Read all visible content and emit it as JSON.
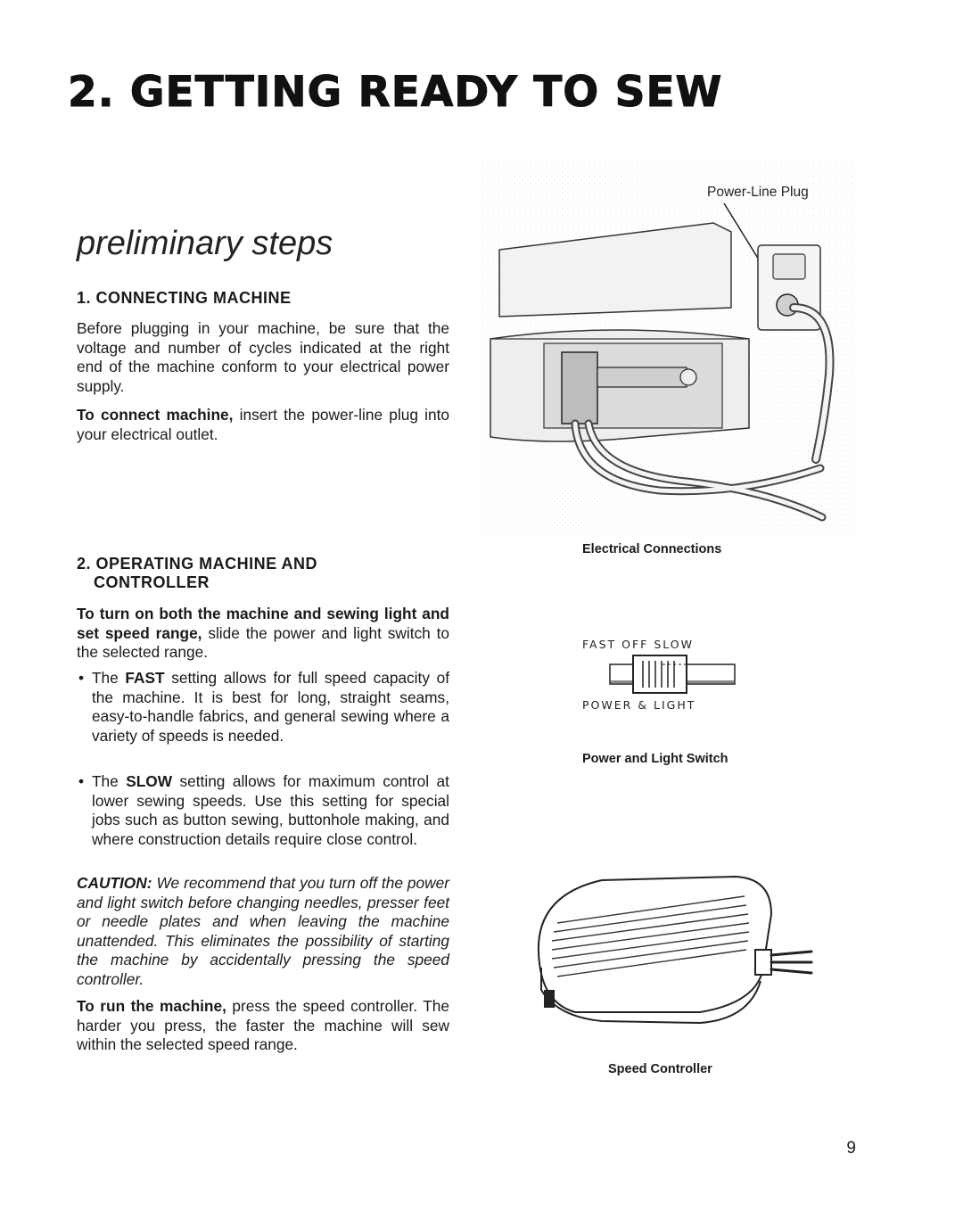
{
  "page": {
    "title": "2. GETTING READY TO SEW",
    "subtitle": "preliminary steps",
    "page_number": "9"
  },
  "section1": {
    "heading": "1. CONNECTING MACHINE",
    "para1": "Before plugging in your machine, be sure that the voltage and number of cycles indicated at the right end of the machine conform to your electrical power supply.",
    "para2_bold": "To connect machine,",
    "para2_rest": " insert the power-line plug into your electrical outlet."
  },
  "section2": {
    "heading_line1": "2. OPERATING MACHINE AND",
    "heading_line2": "CONTROLLER",
    "intro_bold": "To turn on both the machine and sewing light and set speed range,",
    "intro_rest": " slide the power and light switch to the selected range.",
    "bullet1_pre": "The ",
    "bullet1_bold": "FAST",
    "bullet1_rest": " setting allows for full speed capacity of the machine. It is best for long, straight seams, easy-to-handle fabrics, and general sewing where a variety of speeds is needed.",
    "bullet2_pre": "The ",
    "bullet2_bold": "SLOW",
    "bullet2_rest": " setting allows for maximum control at lower sewing speeds. Use this setting for special jobs such as button sewing, buttonhole making, and where construction details require close control.",
    "caution_bold": "CAUTION:",
    "caution_rest": " We recommend that you turn off the power and light switch before changing needles, presser feet or needle plates and when leaving the machine unattended. This eliminates the possibility of starting the machine by accidentally pressing the speed controller.",
    "run_bold": "To run the machine,",
    "run_rest": " press the speed controller. The harder you press, the faster the machine will sew within the selected speed range."
  },
  "figures": {
    "plug_label": "Power-Line Plug",
    "electrical_caption": "Electrical Connections",
    "switch_top_label": "FAST  OFF  SLOW",
    "switch_bottom_label": "POWER & LIGHT",
    "switch_caption": "Power and Light Switch",
    "controller_caption": "Speed Controller"
  }
}
